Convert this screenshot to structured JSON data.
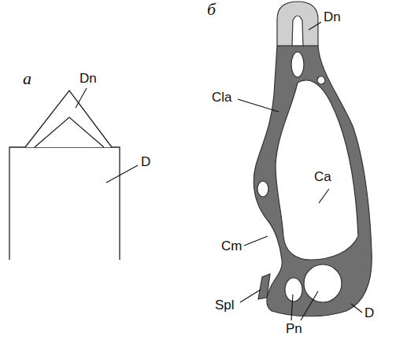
{
  "diagram": {
    "labels": [
      "а",
      "Dn",
      "D",
      "б",
      "Dn",
      "Cla",
      "Ca",
      "Cm",
      "Spl",
      "Pn",
      "D"
    ]
  }
}
